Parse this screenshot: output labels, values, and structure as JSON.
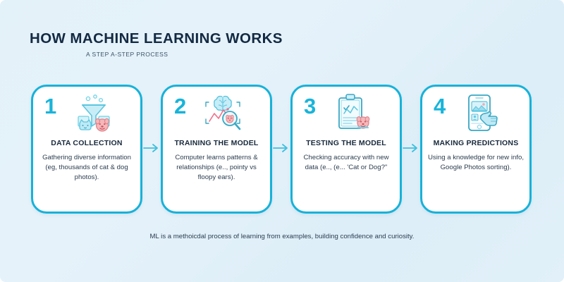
{
  "header": {
    "title": "HOW MACHINE LEARNING WORKS",
    "subtitle": "A STEP A-STEP PROCESS"
  },
  "colors": {
    "accent": "#18b4da",
    "border": "#17b2d9",
    "title_text": "#132a43",
    "body_text": "#2b3d4f",
    "background": "#e3f1f9",
    "card_background": "#ffffff",
    "icon_pink": "#f09ba0",
    "icon_blue": "#9fdff0"
  },
  "steps": [
    {
      "number": "1",
      "title": "DATA COLLECTION",
      "body": "Gathering diverse information (eg, thousands of cat & dog photos).",
      "icon": "funnel-data-icon"
    },
    {
      "number": "2",
      "title": "TRAINING THE MODEL",
      "body": "Computer learns patterns & relationships (e.., pointy vs floopy ears).",
      "icon": "brain-chart-magnifier-icon"
    },
    {
      "number": "3",
      "title": "TESTING THE MODEL",
      "body": "Checking accuracy with new data (e.., (e... 'Cat or Dog?\"",
      "icon": "clipboard-chart-dog-icon"
    },
    {
      "number": "4",
      "title": "MAKING PREDICTIONS",
      "body": "Using a knowledge for new info, Google Photos sorting).",
      "icon": "phone-photos-hand-icon"
    }
  ],
  "connectors": [
    {
      "name": "arrow-1-to-2"
    },
    {
      "name": "arrow-2-to-3"
    },
    {
      "name": "arrow-3-to-4"
    }
  ],
  "footer": {
    "text": "ML is a methoicdal process of learning from examples, building confidence and curiosity."
  }
}
